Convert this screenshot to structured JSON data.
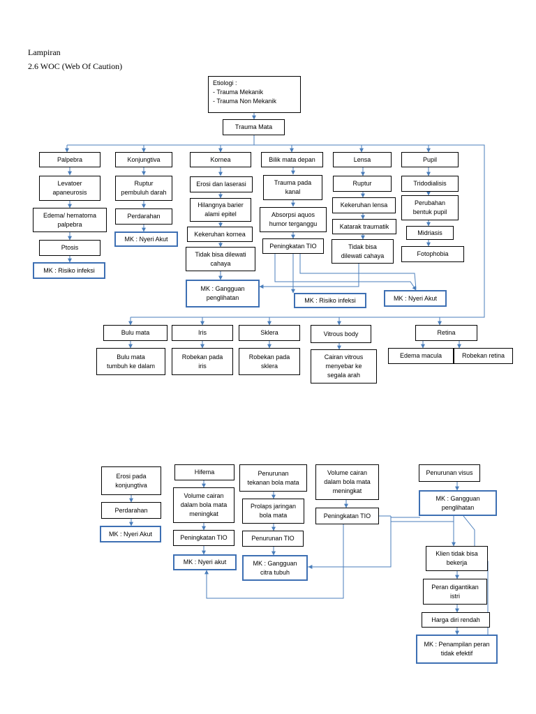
{
  "header": {
    "line1": "Lampiran",
    "line2": "2.6 WOC (Web Of Caution)"
  },
  "colors": {
    "arrow": "#4a7ebb",
    "mk_border": "#3d6fb3"
  },
  "top": {
    "etiologi": "Etiologi :\n  -  Trauma Mekanik\n  -  Trauma Non Mekanik",
    "trauma_mata": "Trauma Mata"
  },
  "palpebra": [
    "Palpebra",
    "Levatoer\napaneurosis",
    "Edema/ hematoma\npalpebra",
    "Ptosis",
    "MK : Risiko infeksi"
  ],
  "konjungtiva": [
    "Konjungtiva",
    "Ruptur\npembuluh darah",
    "Perdarahan",
    "MK : Nyeri Akut"
  ],
  "kornea": [
    "Kornea",
    "Erosi dan laserasi",
    "Hilangnya barier\nalami epitel",
    "Kekeruhan kornea",
    "Tidak bisa dilewati\ncahaya",
    "MK : Gangguan\npenglihatan"
  ],
  "bilik": [
    "Bilik mata depan",
    "Trauma pada\nkanal",
    "Absorpsi aquos\nhumor terganggu",
    "Peningkatan TIO",
    "MK : Risiko infeksi"
  ],
  "lensa": [
    "Lensa",
    "Ruptur",
    "Kekeruhan lensa",
    "Katarak traumatik",
    "Tidak bisa\ndilewati cahaya"
  ],
  "pupil": [
    "Pupil",
    "Tridodialisis",
    "Perubahan\nbentuk pupil",
    "Midriasis",
    "Fotophobia",
    "MK : Nyeri Akut"
  ],
  "second_row": {
    "bulu": [
      "Bulu mata",
      "Bulu mata\ntumbuh ke dalam"
    ],
    "iris": [
      "Iris",
      "Robekan pada\niris"
    ],
    "sklera": [
      "Sklera",
      "Robekan pada\nsklera"
    ],
    "vitrous": [
      "Vitrous body",
      "Cairan vitrous\nmenyebar ke\nsegala arah"
    ],
    "retina": [
      "Retina",
      "Edema macula",
      "Robekan retina"
    ]
  },
  "bottom": {
    "erosi": [
      "Erosi pada\nkonjungtiva",
      "Perdarahan",
      "MK : Nyeri Akut"
    ],
    "hifema": [
      "Hifema",
      "Volume cairan\ndalam bola mata\nmeningkat",
      "Peningkatan TIO",
      "MK : Nyeri akut"
    ],
    "penurunan": [
      "Penurunan\ntekanan bola mata",
      "Prolaps jaringan\nbola mata",
      "Penurunan TIO",
      "MK : Gangguan\ncitra tubuh"
    ],
    "volume": [
      "Volume cairan\ndalam bola mata\nmeningkat",
      "Peningkatan TIO"
    ],
    "visus": [
      "Penurunan visus",
      "MK : Gangguan\npenglihatan",
      "Klien tidak bisa\nbekerja",
      "Peran digantikan\nistri",
      "Harga diri rendah",
      "MK : Penampilan peran\ntidak efektif"
    ]
  }
}
